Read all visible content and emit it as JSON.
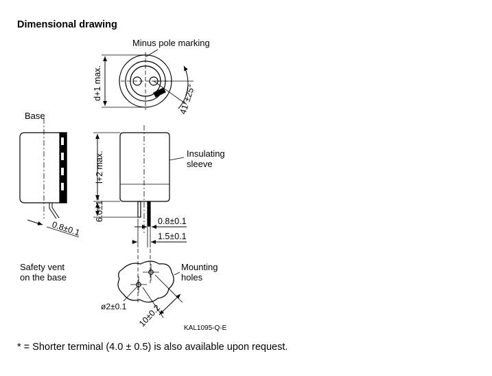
{
  "heading": "Dimensional drawing",
  "labels": {
    "minus_pole": "Minus pole marking",
    "base": "Base",
    "insulating_sleeve_line1": "Insulating",
    "insulating_sleeve_line2": "sleeve",
    "safety_vent_line1": "Safety vent",
    "safety_vent_line2": "on the base",
    "mounting_holes_line1": "Mounting",
    "mounting_holes_line2": "holes"
  },
  "dimensions": {
    "diameter": "d+1 max.",
    "angle": "41°±25°",
    "length": "l+2 max.",
    "terminal_length": "6.0±1*",
    "terminal_width": "0.8±0.1",
    "terminal_spacing": "1.5±0.1",
    "side_terminal": "0.8±0.1",
    "hole_diameter": "ø2±0.1",
    "hole_distance": "10±0.2"
  },
  "drawing_code": "KAL1095-Q-E",
  "footnote": "* = Shorter terminal (4.0 ± 0.5) is also available upon request."
}
